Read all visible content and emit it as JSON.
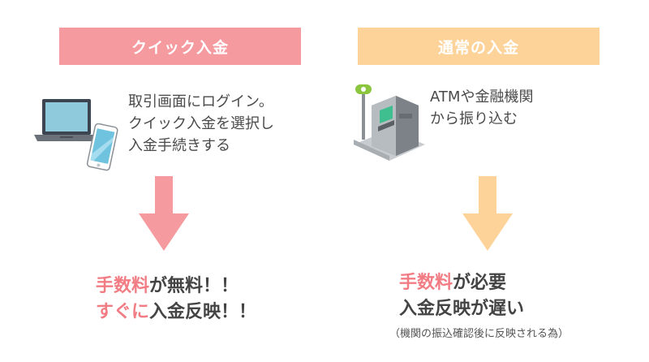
{
  "colors": {
    "quick_accent": "#f59a9e",
    "normal_accent": "#fdd39a",
    "highlight_text": "#f27c84"
  },
  "quick": {
    "title": "クイック入金",
    "desc_lines": [
      "取引画面にログイン。",
      "クイック入金を選択し",
      "入金手続きする"
    ],
    "result_line1_highlight": "手数料",
    "result_line1_rest": "が無料！！",
    "result_line2_highlight": "すぐに",
    "result_line2_rest": "入金反映！！"
  },
  "normal": {
    "title": "通常の入金",
    "desc_lines": [
      "ATMや金融機関",
      "から振り込む"
    ],
    "result_line1_highlight": "手数料",
    "result_line1_rest": "が必要",
    "result_line2": "入金反映が遅い",
    "note": "（機関の振込確認後に反映される為）"
  },
  "icons": [
    "laptop-icon",
    "smartphone-icon",
    "atm-icon",
    "down-arrow-icon"
  ]
}
